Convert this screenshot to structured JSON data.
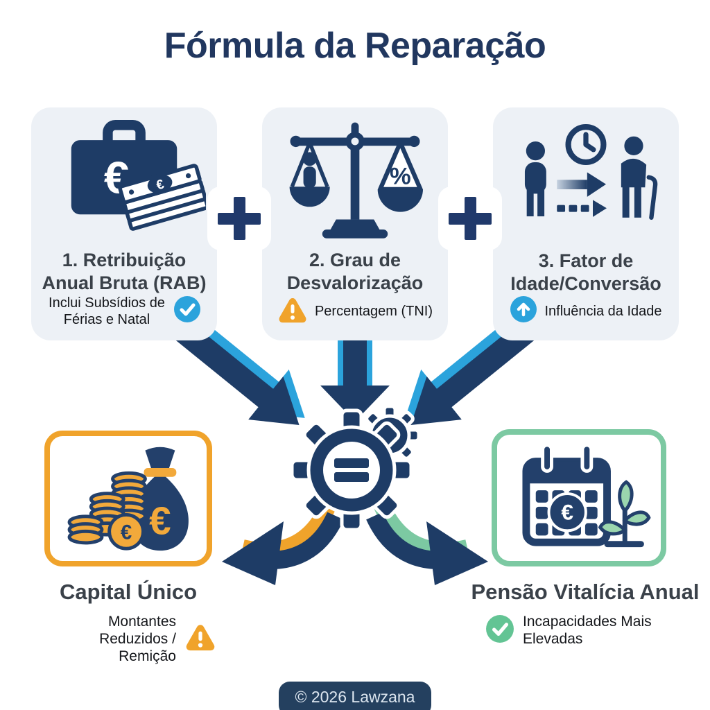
{
  "title": "Fórmula da Reparação",
  "symbols": {
    "plus": "+",
    "equals": "=",
    "euro": "€",
    "percent": "%"
  },
  "inputs": [
    {
      "title": "1. Retribuição Anual Bruta (RAB)",
      "title_lines": [
        "1. Retribuição",
        "Anual Bruta (RAB)"
      ],
      "note": "Inclui Subsídios de Férias e Natal",
      "note_lines": [
        "Inclui Subsídios",
        "de Férias e Natal"
      ],
      "icon": "briefcase-euro-cash",
      "badge": "check"
    },
    {
      "title": "2. Grau de Desvalorização",
      "title_lines": [
        "2. Grau de",
        "Desvalorização"
      ],
      "note": "Percentagem (TNI)",
      "note_lines": [
        "Percentagem (TNI)"
      ],
      "icon": "balance-scale-percent",
      "badge": "warning"
    },
    {
      "title": "3. Fator de Idade/Conversão",
      "title_lines": [
        "3. Fator de",
        "Idade/Conversão"
      ],
      "note": "Influência da Idade",
      "note_lines": [
        "Influência da Idade"
      ],
      "icon": "person-aging-clock",
      "badge": "up-arrow"
    }
  ],
  "outputs": [
    {
      "title": "Capital Único",
      "note": "Montantes Reduzidos / Remição",
      "note_lines": [
        "Montantes Reduzidos",
        "/ Remição"
      ],
      "icon": "money-bag-coins",
      "badge": "warning",
      "accent": "#f0a32b"
    },
    {
      "title": "Pensão Vitalícia Anual",
      "note": "Incapacidades Mais Elevadas",
      "note_lines": [
        "Incapacidades Mais",
        "Elevadas"
      ],
      "icon": "calendar-euro-plant",
      "badge": "check",
      "accent": "#7cc9a2"
    }
  ],
  "footer": "© 2026 Lawzana",
  "colors": {
    "navy": "#1e3c66",
    "blue": "#2ba3dc",
    "orange": "#f0a32b",
    "green": "#7cc9a2",
    "green_badge": "#63c494",
    "card_bg": "#edf1f6",
    "title_navy": "#21375f",
    "text_dark": "#3a4149",
    "footer_bg": "#24405f"
  }
}
